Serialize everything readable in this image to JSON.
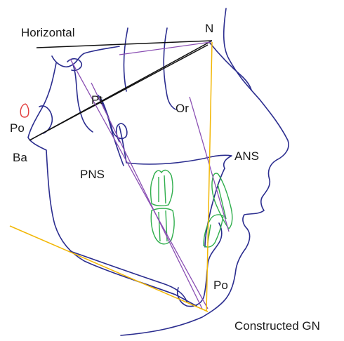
{
  "labels": {
    "horizontal": "Horizontal",
    "n": "N",
    "pt": "Pt",
    "or": "Or",
    "po_upper": "Po",
    "ba": "Ba",
    "pns": "PNS",
    "ans": "ANS",
    "po_lower": "Po",
    "constructed_gn": "Constructed GN"
  },
  "colors": {
    "tracing": "#2b2d8f",
    "reference_lines": "#111111",
    "planes_purple": "#8a4fb3",
    "planes_yellow": "#f2b705",
    "teeth": "#2fae4c",
    "porion_outline": "#e23b3b"
  }
}
